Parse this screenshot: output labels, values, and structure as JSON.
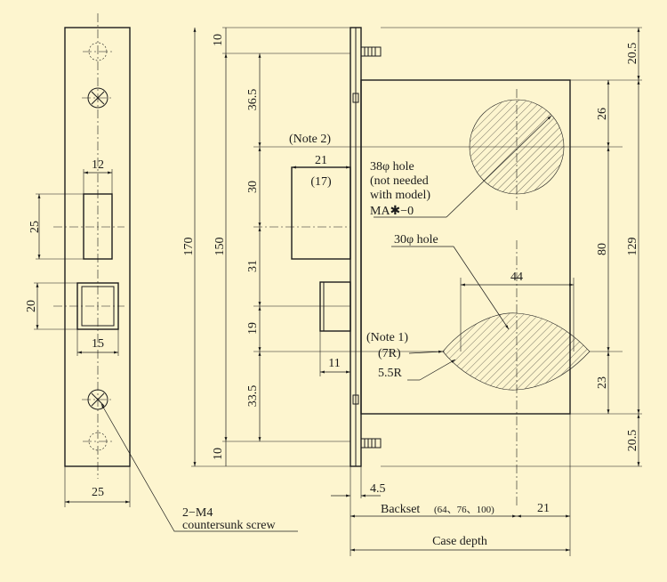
{
  "colors": {
    "background": "#fdf5cf",
    "line": "#1c1c1c"
  },
  "faceplate": {
    "width": "25",
    "latch_width": "12",
    "latch_height": "25",
    "deadbolt_height": "20",
    "deadbolt_width": "15"
  },
  "screw_note": {
    "line1": "2−M4",
    "line2": "countersunk screw"
  },
  "side": {
    "total_height": "170",
    "inner_height": "150",
    "seg_top": "10",
    "seg_a": "36.5",
    "seg_b": "30",
    "seg_c": "31",
    "seg_d": "19",
    "seg_e": "33.5",
    "seg_bottom": "10",
    "right_top": "20.5",
    "right_a": "26",
    "right_b": "80",
    "right_c": "23",
    "right_bottom": "20.5",
    "right_total": "129",
    "note2": "(Note 2)",
    "latch_depth": "21",
    "latch_depth_alt": "(17)",
    "deadbolt_depth": "11",
    "hole38_lines": [
      "38φ hole",
      "(not needed",
      "with model)",
      "MA✱−0"
    ],
    "hole30": "30φ hole",
    "dim44": "44",
    "note1": "(Note 1)",
    "r7": "(7R)",
    "r55": "5.5R",
    "front_thickness": "4.5",
    "backset_label": "Backset",
    "backset_values": "(64、76、100)",
    "backset_right": "21",
    "case_depth": "Case depth"
  }
}
